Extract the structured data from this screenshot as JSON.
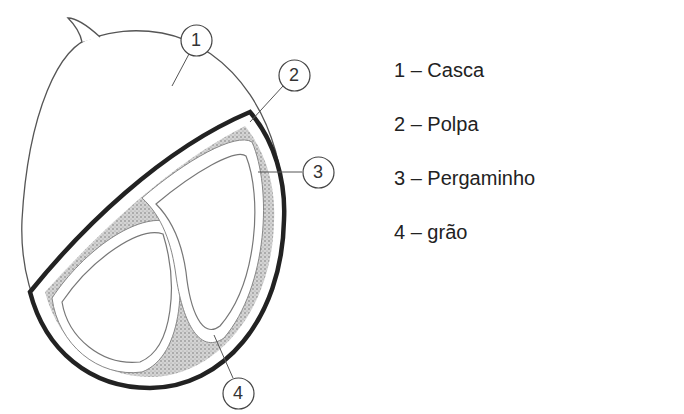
{
  "diagram": {
    "nodes": [
      {
        "text": [
          "1"
        ]
      },
      {
        "text": [
          "2"
        ]
      },
      {
        "text": [
          "3"
        ]
      },
      {
        "text": [
          "4"
        ]
      }
    ],
    "labels": [
      "1 – Casca",
      "2 – Polpa",
      "3 – Pergaminho",
      "4 – grão"
    ]
  }
}
